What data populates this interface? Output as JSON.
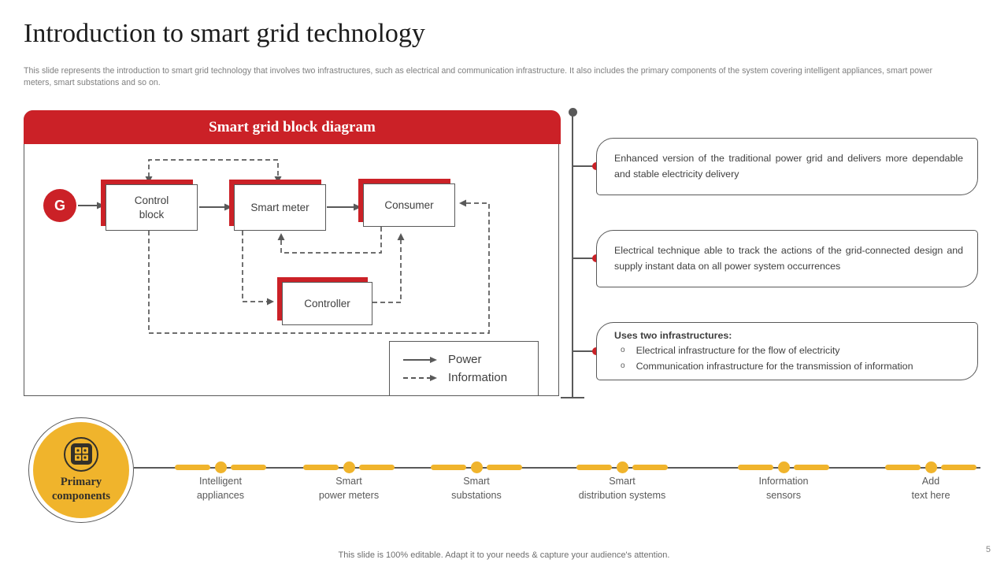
{
  "colors": {
    "red": "#CB2127",
    "yellow": "#F0B42C",
    "gray": "#595959"
  },
  "slide": {
    "title": "Introduction to smart grid technology",
    "subtitle": "This slide represents the introduction to smart grid technology that involves two infrastructures, such as electrical and communication infrastructure. It also includes the primary components of the system covering intelligent appliances, smart power meters, smart substations and so on.",
    "footer": "This slide is 100% editable. Adapt it to your needs & capture your audience's attention.",
    "page_number": "5"
  },
  "diagram": {
    "header": "Smart grid block diagram",
    "generator_label": "G",
    "blocks": {
      "control": "Control block",
      "smart_meter": "Smart meter",
      "consumer": "Consumer",
      "controller": "Controller"
    },
    "legend": {
      "power": "Power",
      "information": "Information"
    }
  },
  "callouts": [
    {
      "text": "Enhanced version of the traditional power grid and delivers more dependable and stable electricity delivery"
    },
    {
      "text": "Electrical technique able to track the actions of the grid-connected design and supply instant data on all power system occurrences"
    },
    {
      "heading": "Uses two infrastructures:",
      "bullets": [
        "Electrical infrastructure for the flow of electricity",
        "Communication infrastructure for the transmission of information"
      ]
    }
  ],
  "timeline": {
    "hub_label": "Primary components",
    "items": [
      {
        "line1": "Intelligent",
        "line2": "appliances"
      },
      {
        "line1": "Smart",
        "line2": "power meters"
      },
      {
        "line1": "Smart",
        "line2": "substations"
      },
      {
        "line1": "Smart",
        "line2": "distribution systems"
      },
      {
        "line1": "Information",
        "line2": "sensors"
      },
      {
        "line1": "Add",
        "line2": "text here"
      }
    ]
  }
}
